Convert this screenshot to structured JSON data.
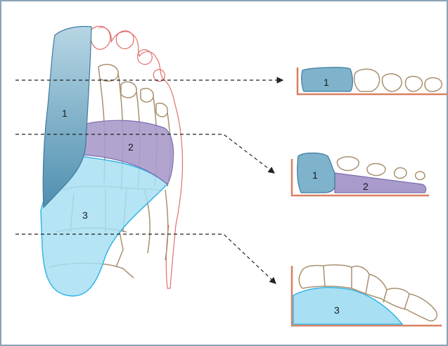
{
  "foot_regions": {
    "region_1": "1",
    "region_2": "2",
    "region_3": "3"
  },
  "cross_sections": [
    {
      "labels": [
        "1"
      ]
    },
    {
      "labels": [
        "1",
        "2"
      ]
    },
    {
      "labels": [
        "3"
      ]
    }
  ],
  "colors": {
    "frame_border": "#8aa3b8",
    "region_1_fill": "#7fb3cc",
    "region_2_fill": "#a99bcb",
    "region_3_fill": "#a8dff2",
    "bone_outline": "#a89070",
    "skin_outline": "#e0706a",
    "base_line": "#d98060"
  }
}
